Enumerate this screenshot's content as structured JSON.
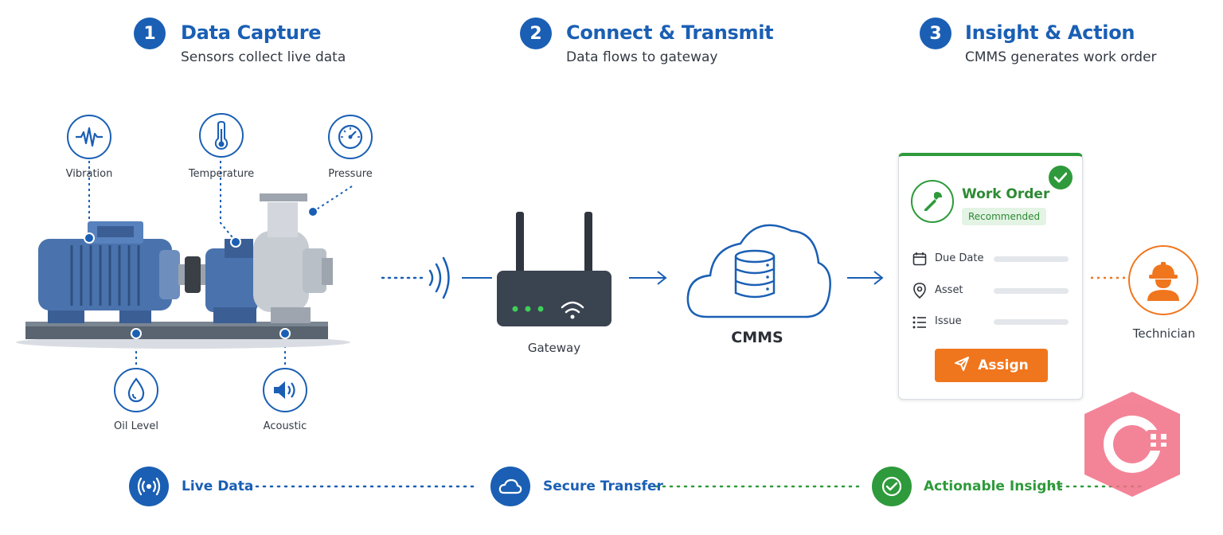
{
  "steps": [
    {
      "number": "1",
      "title": "Data Capture",
      "subtitle": "Sensors collect live data"
    },
    {
      "number": "2",
      "title": "Connect & Transmit",
      "subtitle": "Data flows to gateway"
    },
    {
      "number": "3",
      "title": "Insight & Action",
      "subtitle": "CMMS generates work order"
    }
  ],
  "sensors": [
    {
      "label": "Vibration",
      "icon": "waveform-icon"
    },
    {
      "label": "Temperature",
      "icon": "thermometer-icon"
    },
    {
      "label": "Pressure",
      "icon": "gauge-icon"
    },
    {
      "label": "Oil Level",
      "icon": "droplet-icon"
    },
    {
      "label": "Acoustic",
      "icon": "speaker-icon"
    }
  ],
  "gateway": {
    "label": "Gateway"
  },
  "cmms": {
    "label": "CMMS"
  },
  "work_order": {
    "title": "Work Order",
    "badge": "Recommended",
    "fields": [
      {
        "label": "Due Date",
        "icon": "calendar-icon"
      },
      {
        "label": "Asset",
        "icon": "location-pin-icon"
      },
      {
        "label": "Issue",
        "icon": "list-icon"
      }
    ],
    "assign_label": "Assign"
  },
  "technician": {
    "label": "Technician"
  },
  "bottom": [
    {
      "label": "Live Data",
      "color": "#1a5fb4"
    },
    {
      "label": "Secure Transfer",
      "color": "#1a5fb4"
    },
    {
      "label": "Actionable Insight",
      "color": "#2e9a3b"
    }
  ],
  "colors": {
    "primary": "#1a5fb4",
    "success": "#2e9a3b",
    "accent": "#f0761e"
  }
}
